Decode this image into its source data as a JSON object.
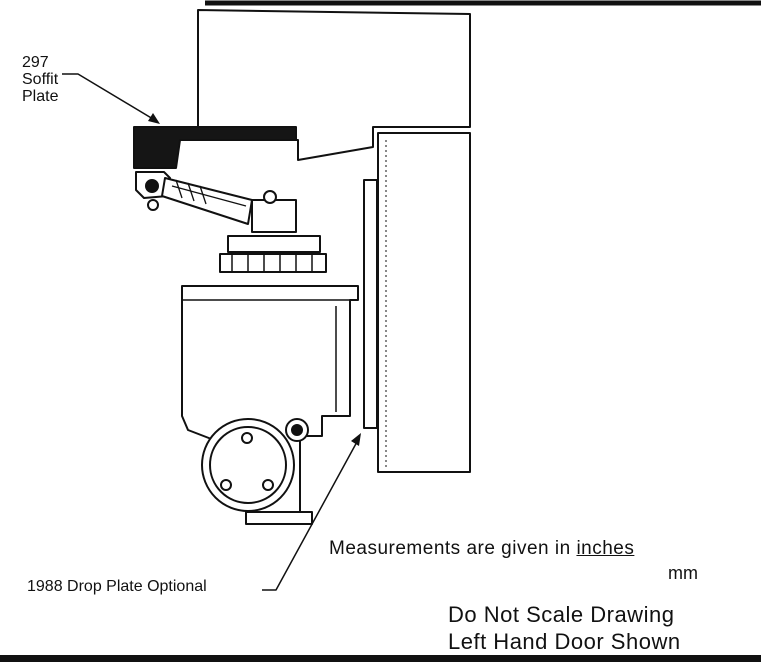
{
  "callouts": {
    "soffit_number": "297",
    "soffit_line1": "Soffit",
    "soffit_line2": "Plate",
    "drop_plate": "1988 Drop Plate Optional"
  },
  "notes": {
    "measure_prefix": "Measurements are given in ",
    "measure_unit_top": "inches",
    "measure_unit_bottom": "mm",
    "no_scale": "Do Not Scale Drawing",
    "door_hand": "Left Hand Door Shown"
  }
}
